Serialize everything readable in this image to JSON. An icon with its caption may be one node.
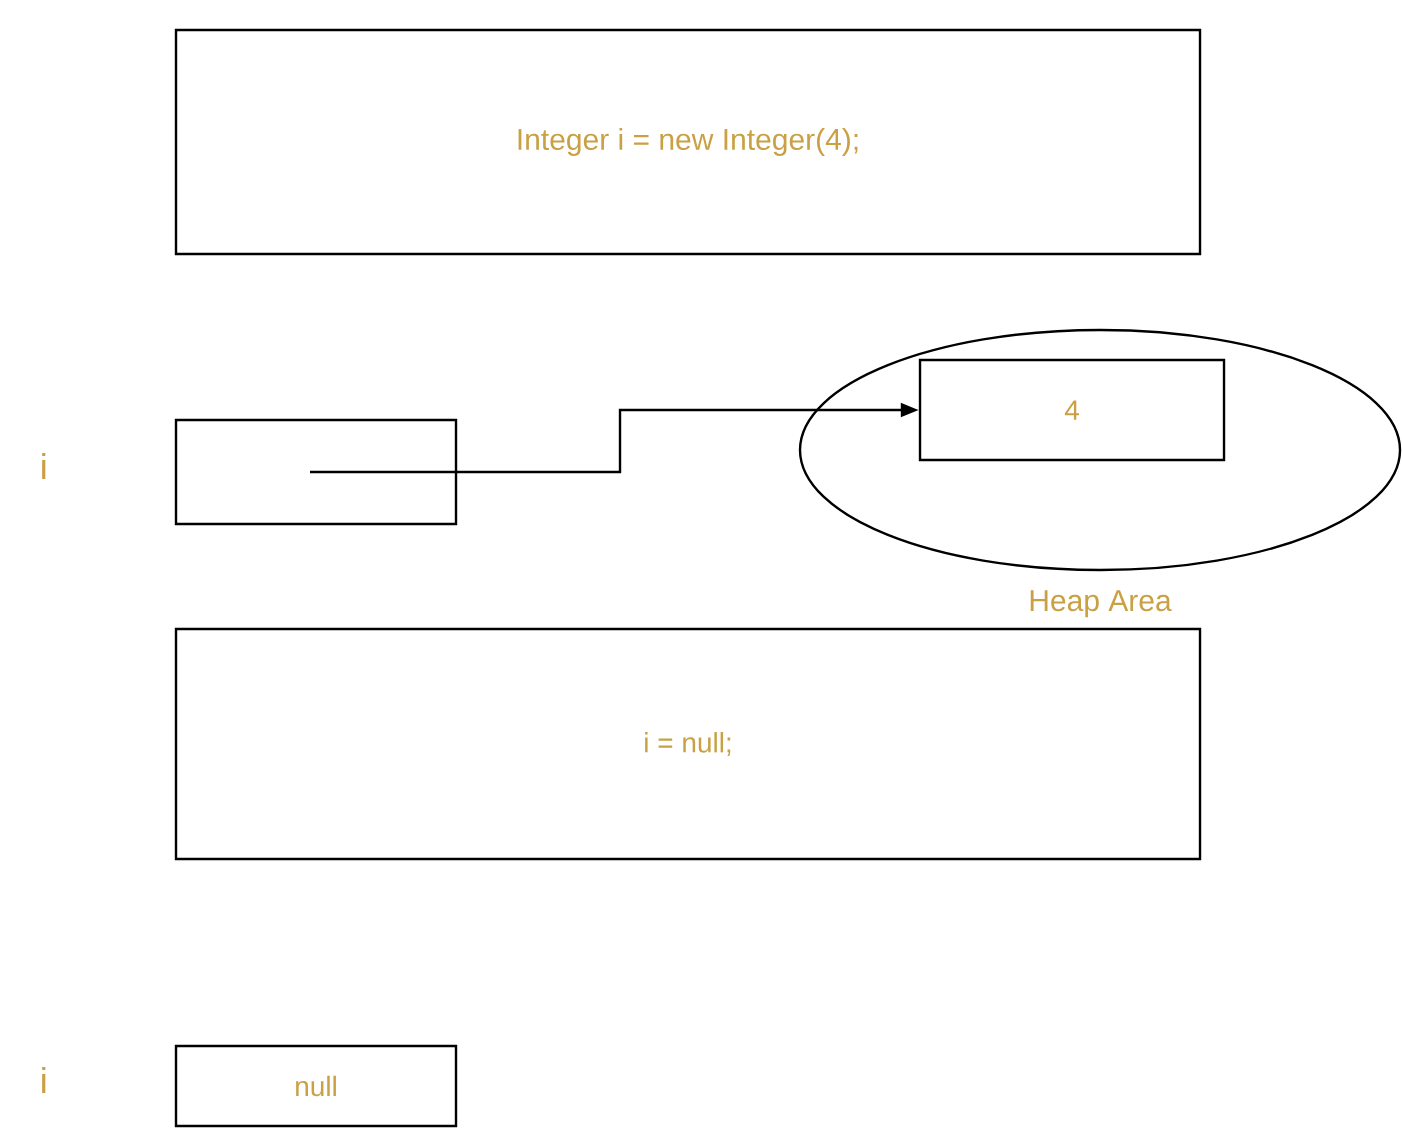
{
  "diagram": {
    "nodes": [
      {
        "text": [
          "Integer i = new Integer(4);"
        ]
      },
      {
        "text": [],
        "shape": "box",
        "beside": [
          "i"
        ]
      },
      {
        "text": [
          "Heap Area"
        ]
      },
      {
        "text": [
          "4"
        ],
        "in": 2
      },
      {
        "text": [
          "i = null;"
        ]
      },
      {
        "text": [
          "null"
        ],
        "beside": [
          "i"
        ]
      }
    ],
    "edges": [
      {
        "from": 1,
        "to": 3,
        "arrow": "to"
      }
    ]
  }
}
